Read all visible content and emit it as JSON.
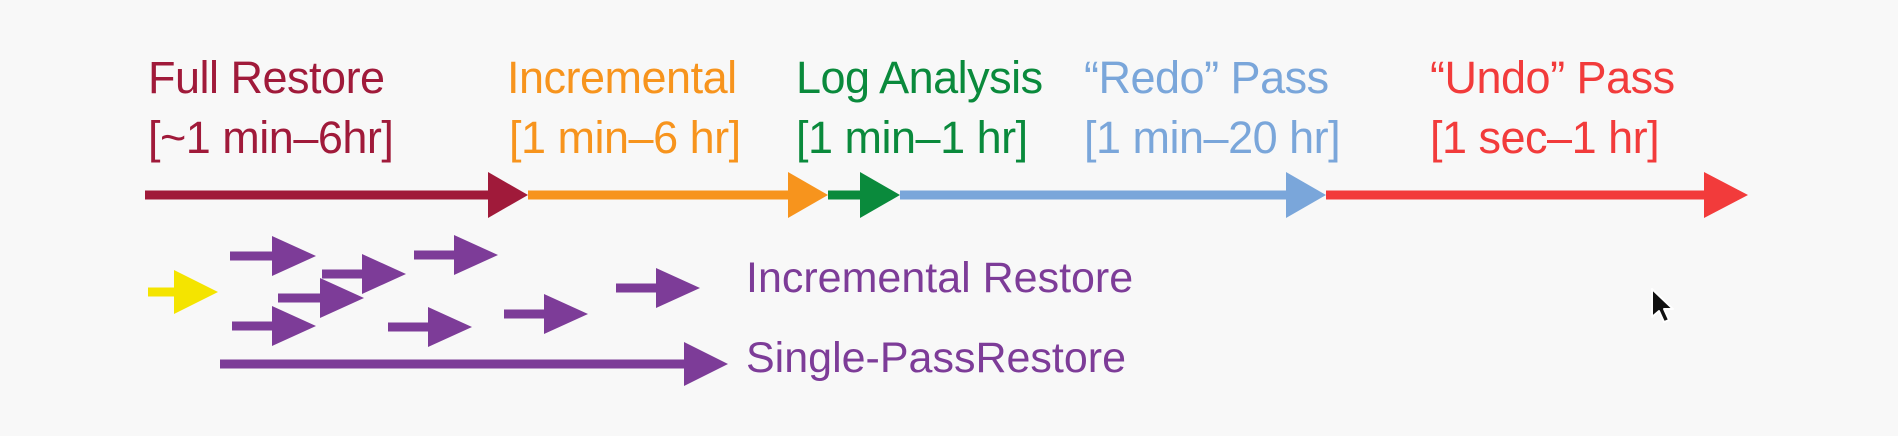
{
  "colors": {
    "full": "#a01a3a",
    "incremental": "#f7941d",
    "log": "#0a8a3c",
    "redo": "#7aa6da",
    "undo": "#f23b3b",
    "restore": "#7d3c98",
    "start": "#f4e400",
    "background": "#f8f8f8"
  },
  "phases": [
    {
      "id": "full",
      "title": "Full Restore",
      "range": "[~1 min–6hr]"
    },
    {
      "id": "incremental",
      "title": "Incremental",
      "range": "[1 min–6 hr]"
    },
    {
      "id": "log",
      "title": "Log Analysis",
      "range": "[1 min–1 hr]"
    },
    {
      "id": "redo",
      "title": "“Redo” Pass",
      "range": "[1 min–20 hr]"
    },
    {
      "id": "undo",
      "title": "“Undo” Pass",
      "range": "[1 sec–1 hr]"
    }
  ],
  "legend": {
    "incremental_restore": "Incremental Restore",
    "single_pass_restore": "Single-PassRestore"
  },
  "icons": {
    "cursor": "mouse-pointer-icon"
  }
}
